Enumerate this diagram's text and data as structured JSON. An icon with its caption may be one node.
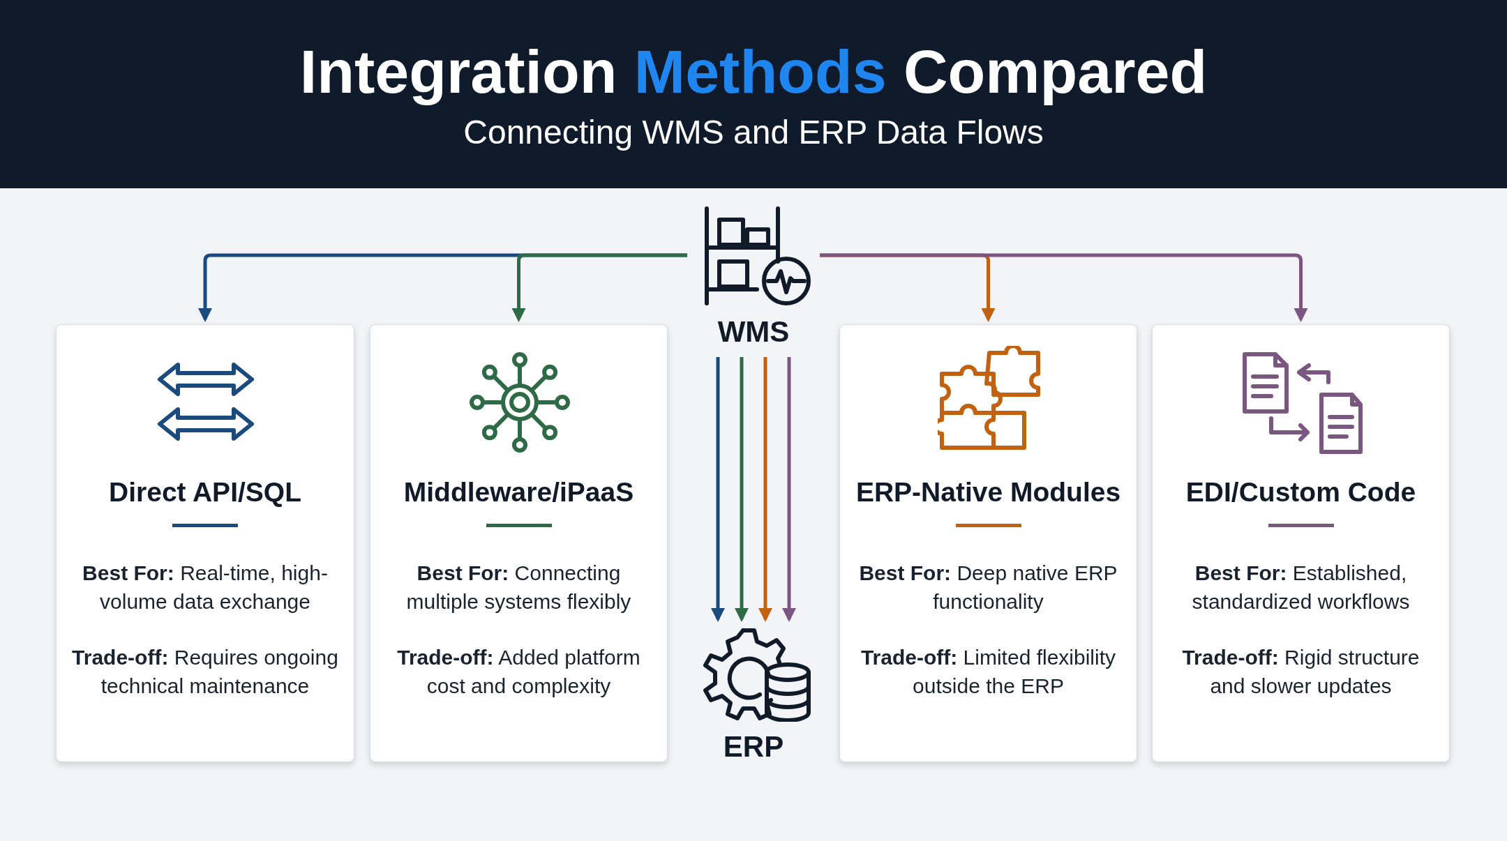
{
  "diagram": {
    "title": "Integration **Methods** Compared",
    "caption": "Connecting WMS and ERP Data Flows",
    "nodes": [
      {
        "text": [
          "WMS"
        ]
      },
      {
        "text": [
          "Direct API/SQL",
          "**Best For:** Real-time, high-volume data exchange",
          "**Trade-off:** Requires ongoing technical maintenance"
        ]
      },
      {
        "text": [
          "Middleware/iPaaS",
          "**Best For:** Connecting multiple systems flexibly",
          "**Trade-off:** Added platform cost and complexity"
        ]
      },
      {
        "text": [
          "ERP"
        ]
      },
      {
        "text": [
          "ERP-Native Modules",
          "**Best For:** Deep native ERP functionality",
          "**Trade-off:** Limited flexibility outside the ERP"
        ]
      },
      {
        "text": [
          "EDI/Custom Code",
          "**Best For:** Established, standardized workflows",
          "**Trade-off:** Rigid structure and slower updates"
        ]
      }
    ],
    "edges": [
      {
        "from": 0,
        "to": 1,
        "arrow": "to",
        "color": "#1b4a7e"
      },
      {
        "from": 0,
        "to": 2,
        "arrow": "to",
        "color": "#2f6a46"
      },
      {
        "from": 0,
        "to": 4,
        "arrow": "to",
        "color": "#c2610f"
      },
      {
        "from": 0,
        "to": 5,
        "arrow": "to",
        "color": "#7b5680"
      },
      {
        "from": 0,
        "to": 3,
        "arrow": "to",
        "color": "#1b4a7e"
      },
      {
        "from": 0,
        "to": 3,
        "arrow": "to",
        "color": "#2f6a46"
      },
      {
        "from": 0,
        "to": 3,
        "arrow": "to",
        "color": "#c2610f"
      },
      {
        "from": 0,
        "to": 3,
        "arrow": "to",
        "color": "#7b5680"
      }
    ]
  }
}
